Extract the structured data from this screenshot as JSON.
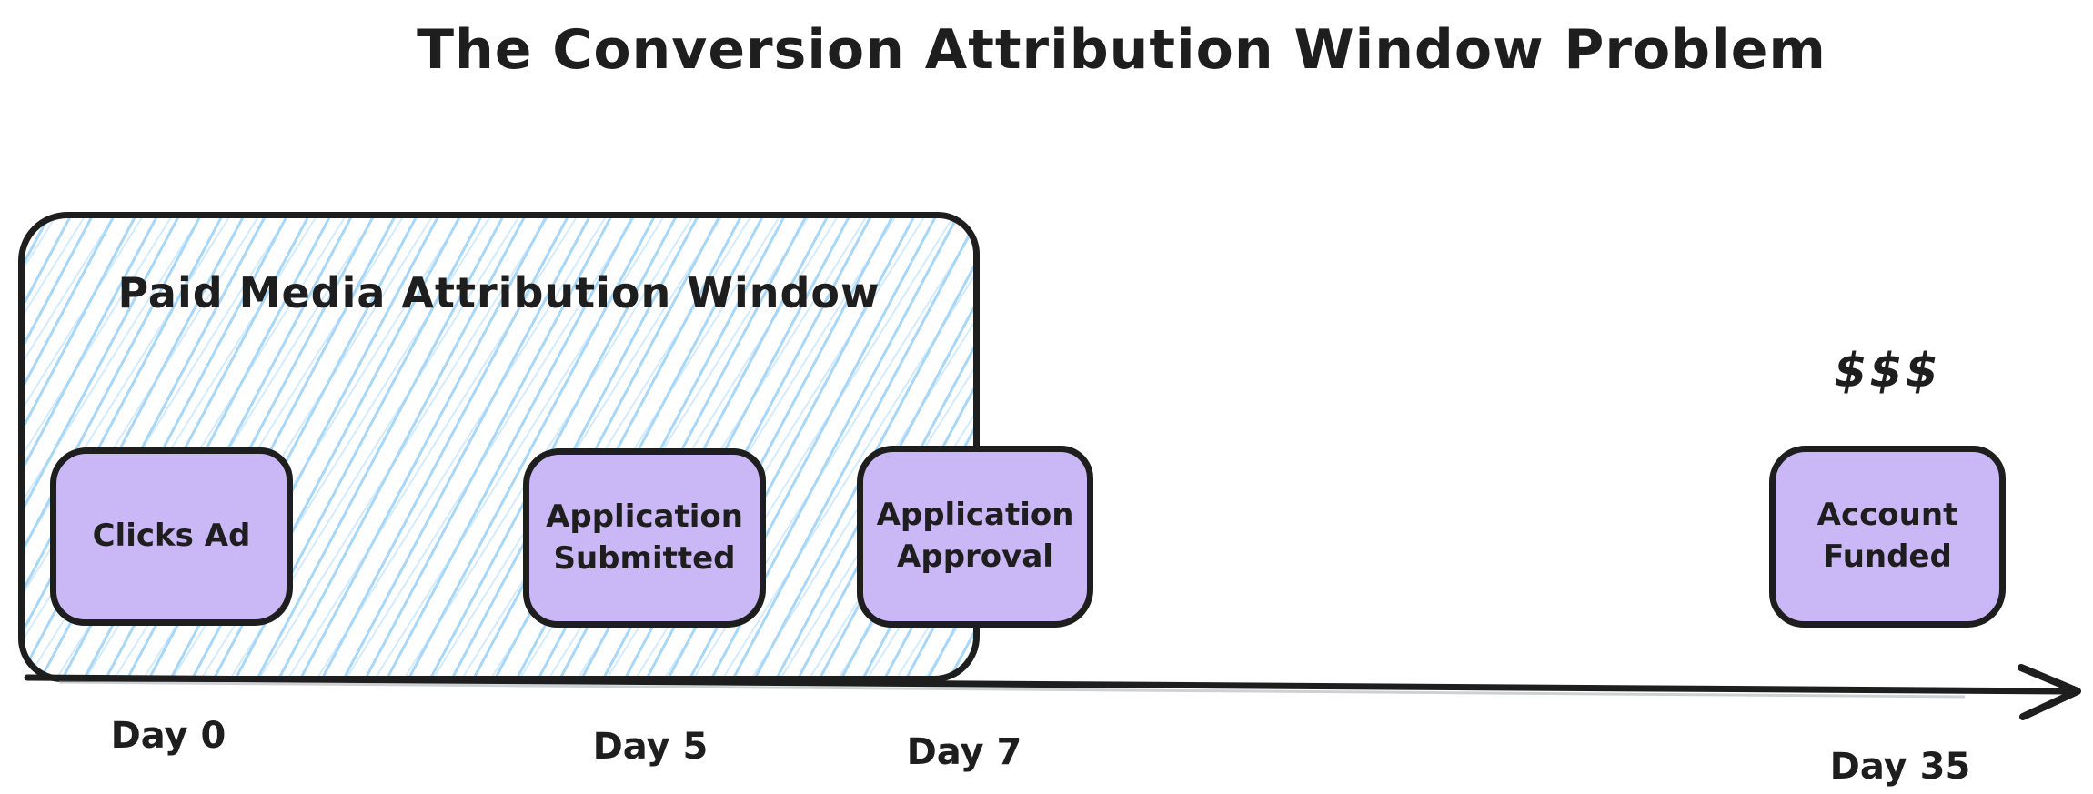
{
  "title": "The Conversion Attribution Window Problem",
  "attribution_window": {
    "label": "Paid Media Attribution Window"
  },
  "events": [
    {
      "id": "clicks-ad",
      "label": "Clicks Ad",
      "day": "Day 0"
    },
    {
      "id": "application-submitted",
      "label": "Application Submitted",
      "day": "Day 5"
    },
    {
      "id": "application-approval",
      "label": "Application Approval",
      "day": "Day 7"
    },
    {
      "id": "account-funded",
      "label": "Account Funded",
      "day": "Day 35",
      "annotation": "$$$"
    }
  ],
  "colors": {
    "event_fill": "#c9b7f6",
    "hatch_line": "#a8d7f8",
    "stroke": "#1e1e1e",
    "background": "#ffffff"
  }
}
